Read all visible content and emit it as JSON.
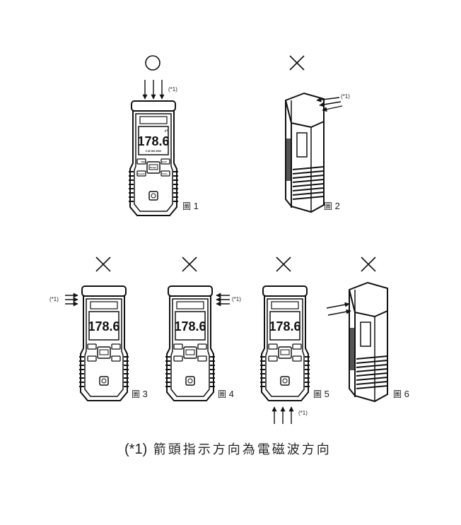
{
  "meter": {
    "reading": "178.6",
    "unit": "µT",
    "scale": "3 30 300 3000",
    "buttons": {
      "max": "Max",
      "hold": "Hold",
      "range": "Range",
      "sound": "Sound",
      "tools": "Tools"
    }
  },
  "symbols": {
    "correct": "○",
    "wrong": "×"
  },
  "arrow_note": "(*1)",
  "figures": [
    {
      "label": "圖",
      "number": "1",
      "verdict": "correct",
      "arrow_direction": "top"
    },
    {
      "label": "圖",
      "number": "2",
      "verdict": "wrong",
      "arrow_direction": "side-top-angled"
    },
    {
      "label": "圖",
      "number": "3",
      "verdict": "wrong",
      "arrow_direction": "left"
    },
    {
      "label": "圖",
      "number": "4",
      "verdict": "wrong",
      "arrow_direction": "right"
    },
    {
      "label": "圖",
      "number": "5",
      "verdict": "wrong",
      "arrow_direction": "bottom"
    },
    {
      "label": "圖",
      "number": "6",
      "verdict": "wrong",
      "arrow_direction": "side-angled"
    }
  ],
  "caption": {
    "mark": "(*1)",
    "text": "箭頭指示方向為電磁波方向"
  },
  "colors": {
    "ink": "#111111",
    "paper": "#ffffff"
  }
}
